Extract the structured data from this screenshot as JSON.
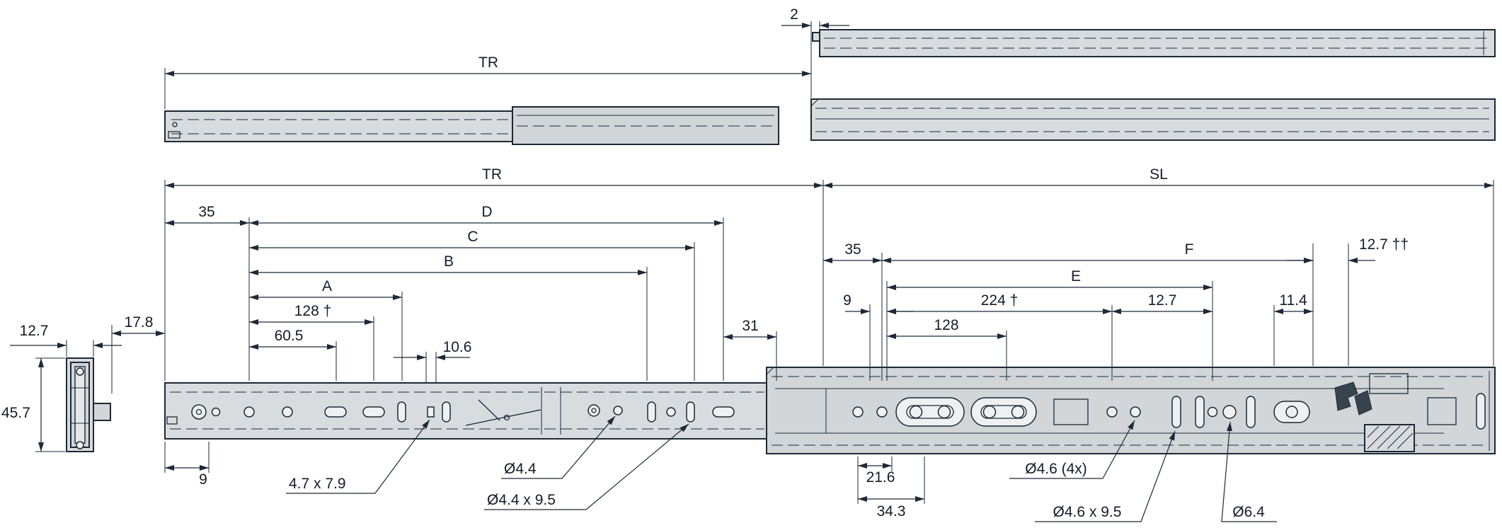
{
  "title": "Ball-bearing telescopic slide dimensional drawing",
  "colors": {
    "background": "#ffffff",
    "line": "#1d2936",
    "metal": "#d9dcdf",
    "metal_shaded": "#d2d6d9",
    "text": "#141d28"
  },
  "extended_view": {
    "gap": "2",
    "tr": "TR"
  },
  "closed_view": {
    "tr": "TR",
    "sl": "SL",
    "left": {
      "off35": "35",
      "d": "D",
      "c": "C",
      "b": "B",
      "a": "A",
      "s128": "128 †",
      "s60_5": "60.5",
      "s10_6": "10.6",
      "s17_8": "17.8",
      "s31": "31",
      "bottom9": "9"
    },
    "right": {
      "off35": "35",
      "off9": "9",
      "f": "F",
      "e": "E",
      "s224": "224 †",
      "s128": "128",
      "s12_7": "12.7",
      "s11_4": "11.4",
      "rear12_7": "12.7 ††",
      "s21_6": "21.6",
      "s34_3": "34.3"
    }
  },
  "end_view": {
    "width": "12.7",
    "height": "45.7"
  },
  "callouts": {
    "slot_small": "4.7 x 7.9",
    "hole44": "Ø4.4",
    "slot44": "Ø4.4 x 9.5",
    "hole46": "Ø4.6 (4x)",
    "slot46": "Ø4.6 x 9.5",
    "hole64": "Ø6.4"
  }
}
